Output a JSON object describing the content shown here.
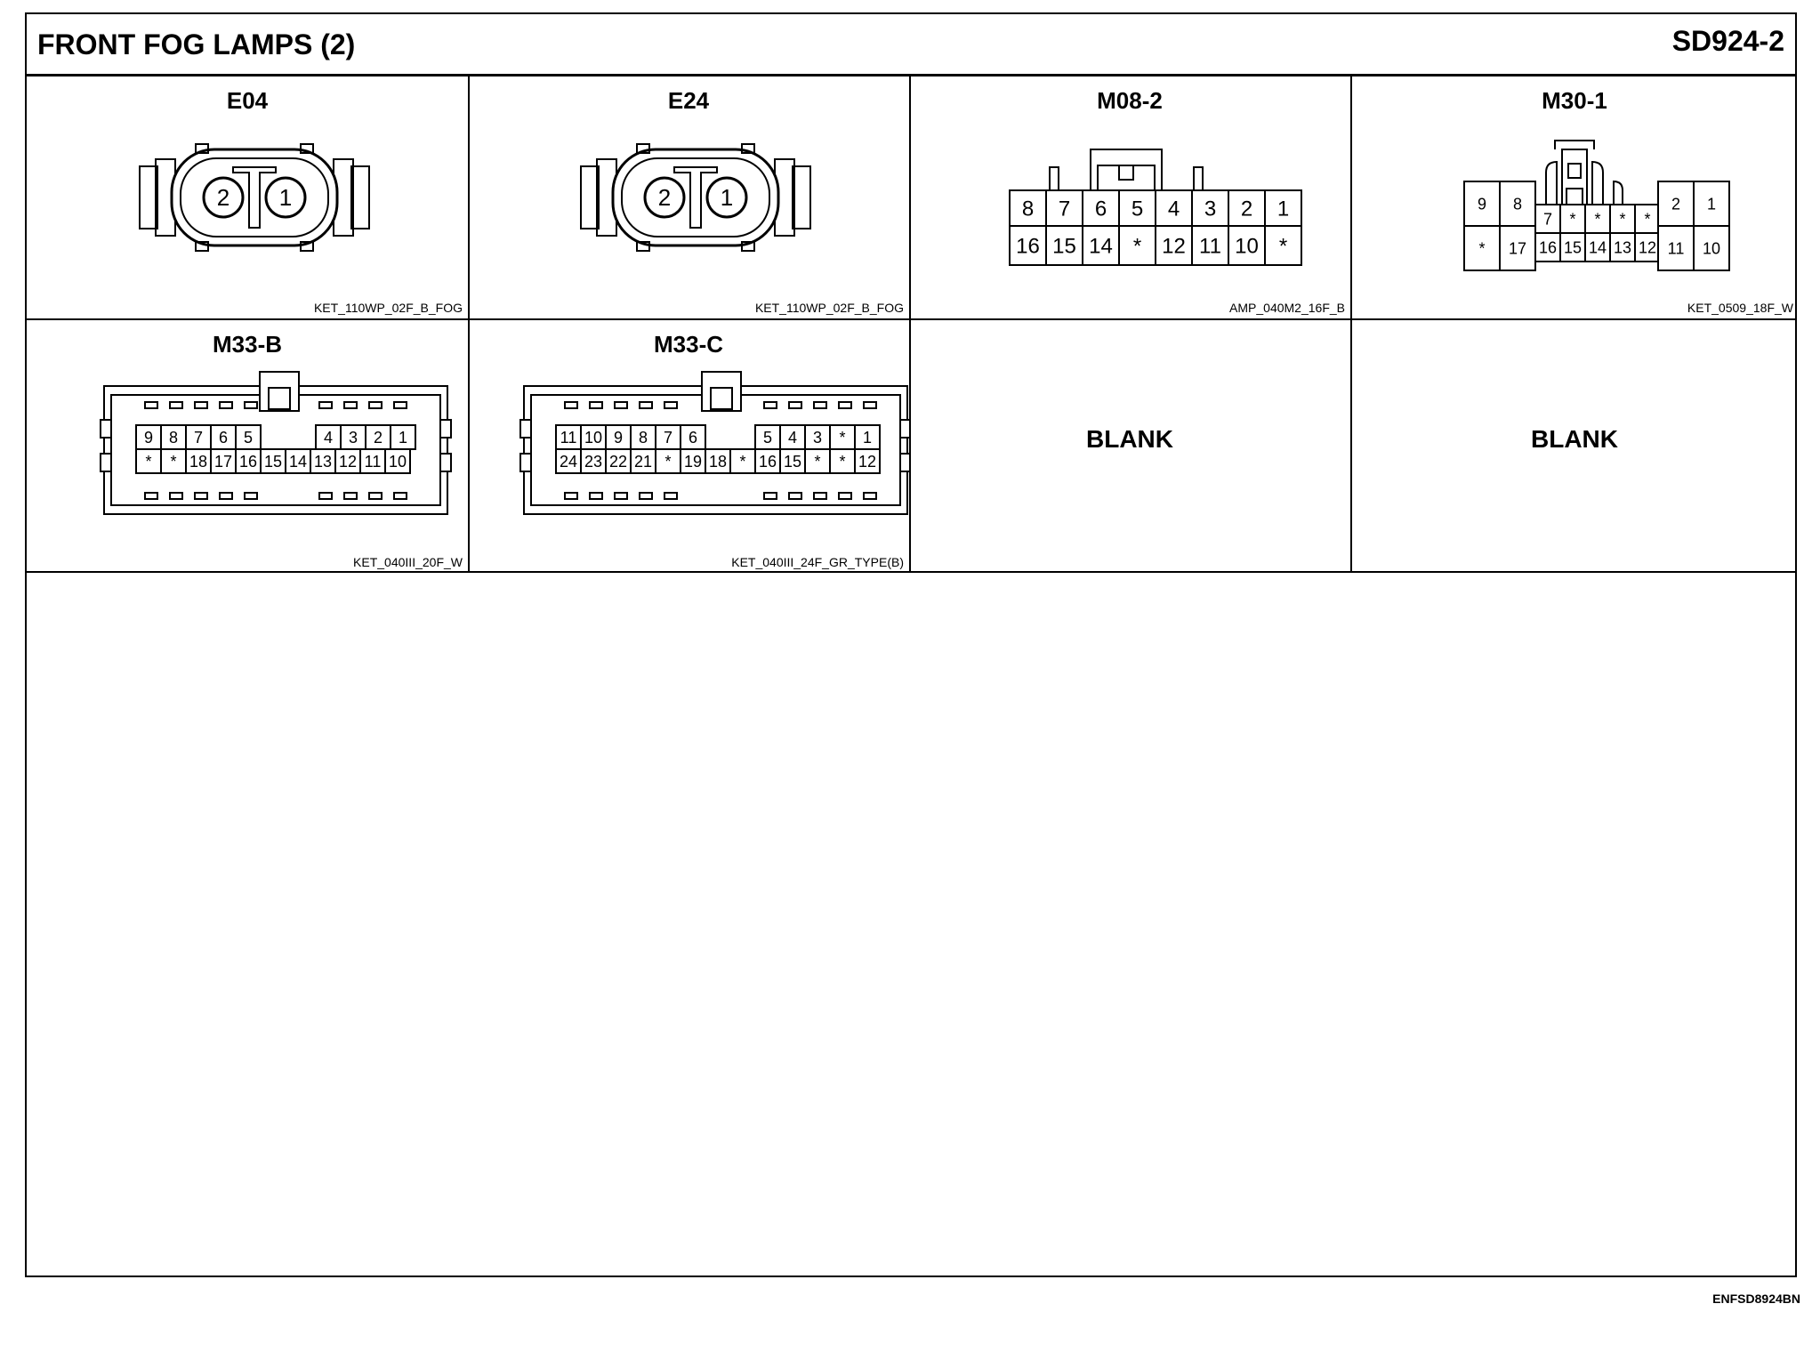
{
  "header": {
    "title": "FRONT FOG LAMPS (2)",
    "code": "SD924-2"
  },
  "connectors": {
    "e04": {
      "name": "E04",
      "type": "KET_110WP_02F_B_FOG",
      "pins": [
        "2",
        "1"
      ]
    },
    "e24": {
      "name": "E24",
      "type": "KET_110WP_02F_B_FOG",
      "pins": [
        "2",
        "1"
      ]
    },
    "m082": {
      "name": "M08-2",
      "type": "AMP_040M2_16F_B",
      "row1": [
        "8",
        "7",
        "6",
        "5",
        "4",
        "3",
        "2",
        "1"
      ],
      "row2": [
        "16",
        "15",
        "14",
        "*",
        "12",
        "11",
        "10",
        "*"
      ]
    },
    "m301": {
      "name": "M30-1",
      "type": "KET_0509_18F_W",
      "left_top": [
        "9",
        "8"
      ],
      "left_bottom": [
        "*",
        "17"
      ],
      "mid_top": [
        "7",
        "*",
        "*",
        "*",
        "*"
      ],
      "mid_bottom": [
        "16",
        "15",
        "14",
        "13",
        "12"
      ],
      "right_top": [
        "2",
        "1"
      ],
      "right_bottom": [
        "11",
        "10"
      ]
    },
    "m33b": {
      "name": "M33-B",
      "type": "KET_040III_20F_W",
      "row1_left": [
        "9",
        "8",
        "7",
        "6",
        "5"
      ],
      "row1_right": [
        "4",
        "3",
        "2",
        "1"
      ],
      "row2": [
        "*",
        "*",
        "18",
        "17",
        "16",
        "15",
        "14",
        "13",
        "12",
        "11",
        "10"
      ]
    },
    "m33c": {
      "name": "M33-C",
      "type": "KET_040III_24F_GR_TYPE(B)",
      "row1_left": [
        "11",
        "10",
        "9",
        "8",
        "7",
        "6"
      ],
      "row1_right": [
        "5",
        "4",
        "3",
        "*",
        "1"
      ],
      "row2": [
        "24",
        "23",
        "22",
        "21",
        "*",
        "19",
        "18",
        "*",
        "16",
        "15",
        "*",
        "*",
        "12"
      ]
    }
  },
  "blank_label": "BLANK",
  "footer": {
    "code": "ENFSD8924BN"
  }
}
